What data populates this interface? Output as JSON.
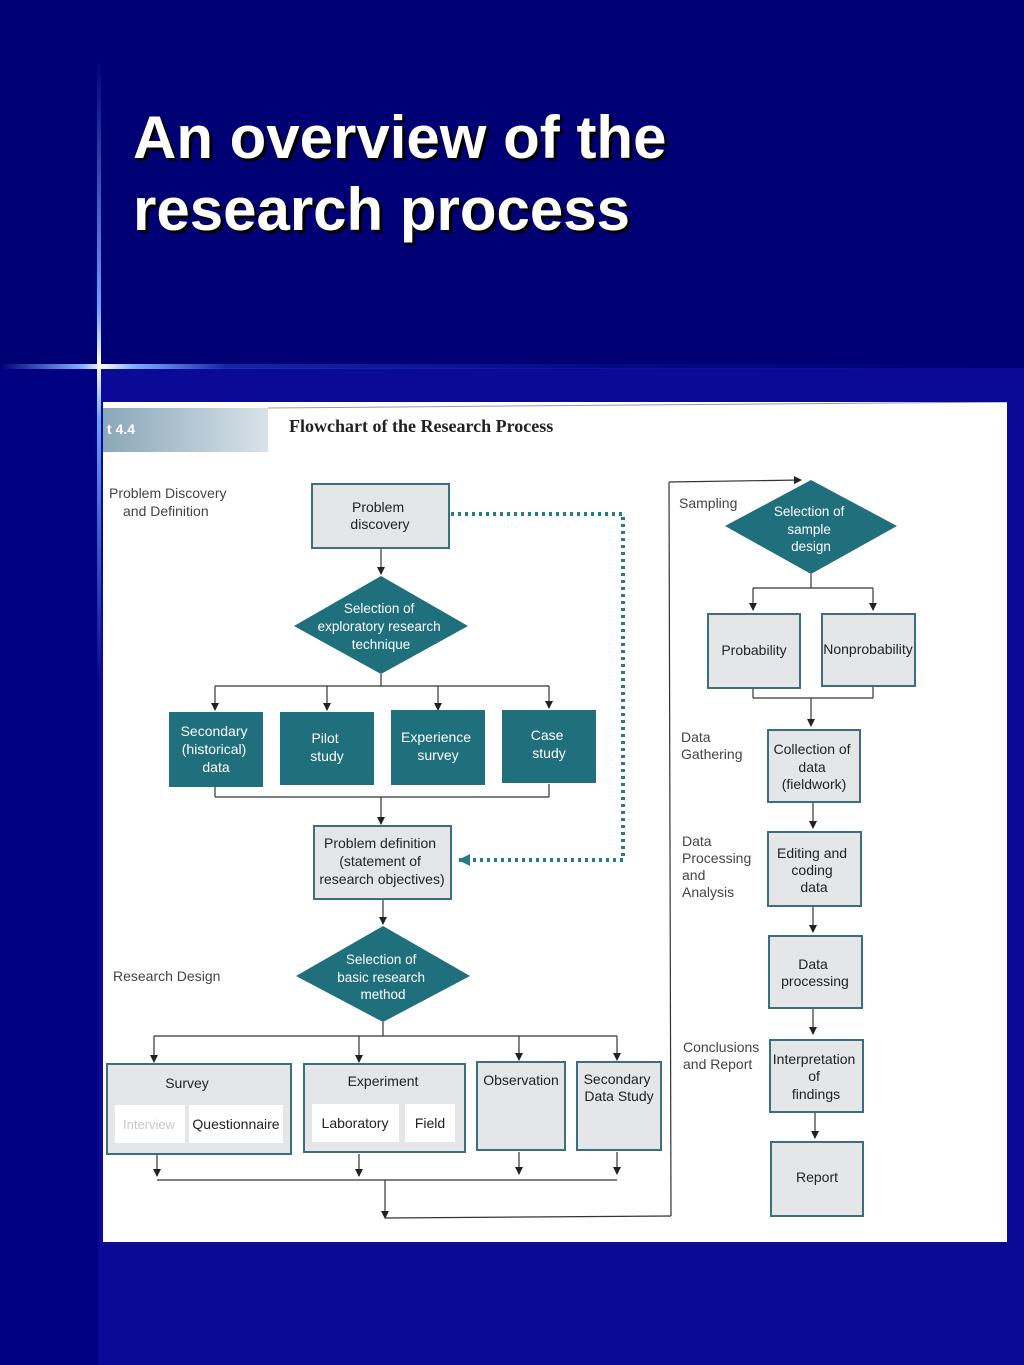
{
  "slide": {
    "title_line1": "An overview of the",
    "title_line2": "research process"
  },
  "figure": {
    "exhibit_label": "t 4.4",
    "title": "Flowchart of the Research Process",
    "stages": {
      "problem_discovery": [
        "Problem Discovery",
        "and Definition"
      ],
      "research_design": [
        "Research Design"
      ],
      "sampling": [
        "Sampling"
      ],
      "data_gathering": [
        "Data",
        "Gathering"
      ],
      "data_processing": [
        "Data",
        "Processing",
        "and",
        "Analysis"
      ],
      "conclusions": [
        "Conclusions",
        "and Report"
      ]
    },
    "nodes": {
      "problem_discovery": [
        "Problem",
        "discovery"
      ],
      "exploratory_technique": [
        "Selection of",
        "exploratory research",
        "technique"
      ],
      "secondary_data": [
        "Secondary",
        "(historical)",
        "data"
      ],
      "pilot_study": [
        "Pilot",
        "study"
      ],
      "experience_survey": [
        "Experience",
        "survey"
      ],
      "case_study": [
        "Case",
        "study"
      ],
      "problem_definition": [
        "Problem definition",
        "(statement of",
        "research objectives)"
      ],
      "basic_method": [
        "Selection of",
        "basic research",
        "method"
      ],
      "survey": [
        "Survey"
      ],
      "interview": [
        "Interview"
      ],
      "questionnaire": [
        "Questionnaire"
      ],
      "experiment": [
        "Experiment"
      ],
      "laboratory": [
        "Laboratory"
      ],
      "field": [
        "Field"
      ],
      "observation": [
        "Observation"
      ],
      "secondary_data_study": [
        "Secondary",
        "Data Study"
      ],
      "sample_design": [
        "Selection of",
        "sample",
        "design"
      ],
      "probability": [
        "Probability"
      ],
      "nonprobability": [
        "Nonprobability"
      ],
      "collection_of_data": [
        "Collection of",
        "data",
        "(fieldwork)"
      ],
      "editing_coding": [
        "Editing and",
        "coding",
        "data"
      ],
      "data_processing": [
        "Data",
        "processing"
      ],
      "interpretation": [
        "Interpretation",
        "of",
        "findings"
      ],
      "report": [
        "Report"
      ]
    },
    "colors": {
      "title_band": "#ffffff",
      "slide_top": "#000074",
      "slide_bottom": "#0a0a96",
      "teal": "#1f6f7d",
      "box_fill": "#e4e6e7",
      "box_stroke": "#3c6e80",
      "dotted_arrow": "#2a7a8a"
    }
  }
}
